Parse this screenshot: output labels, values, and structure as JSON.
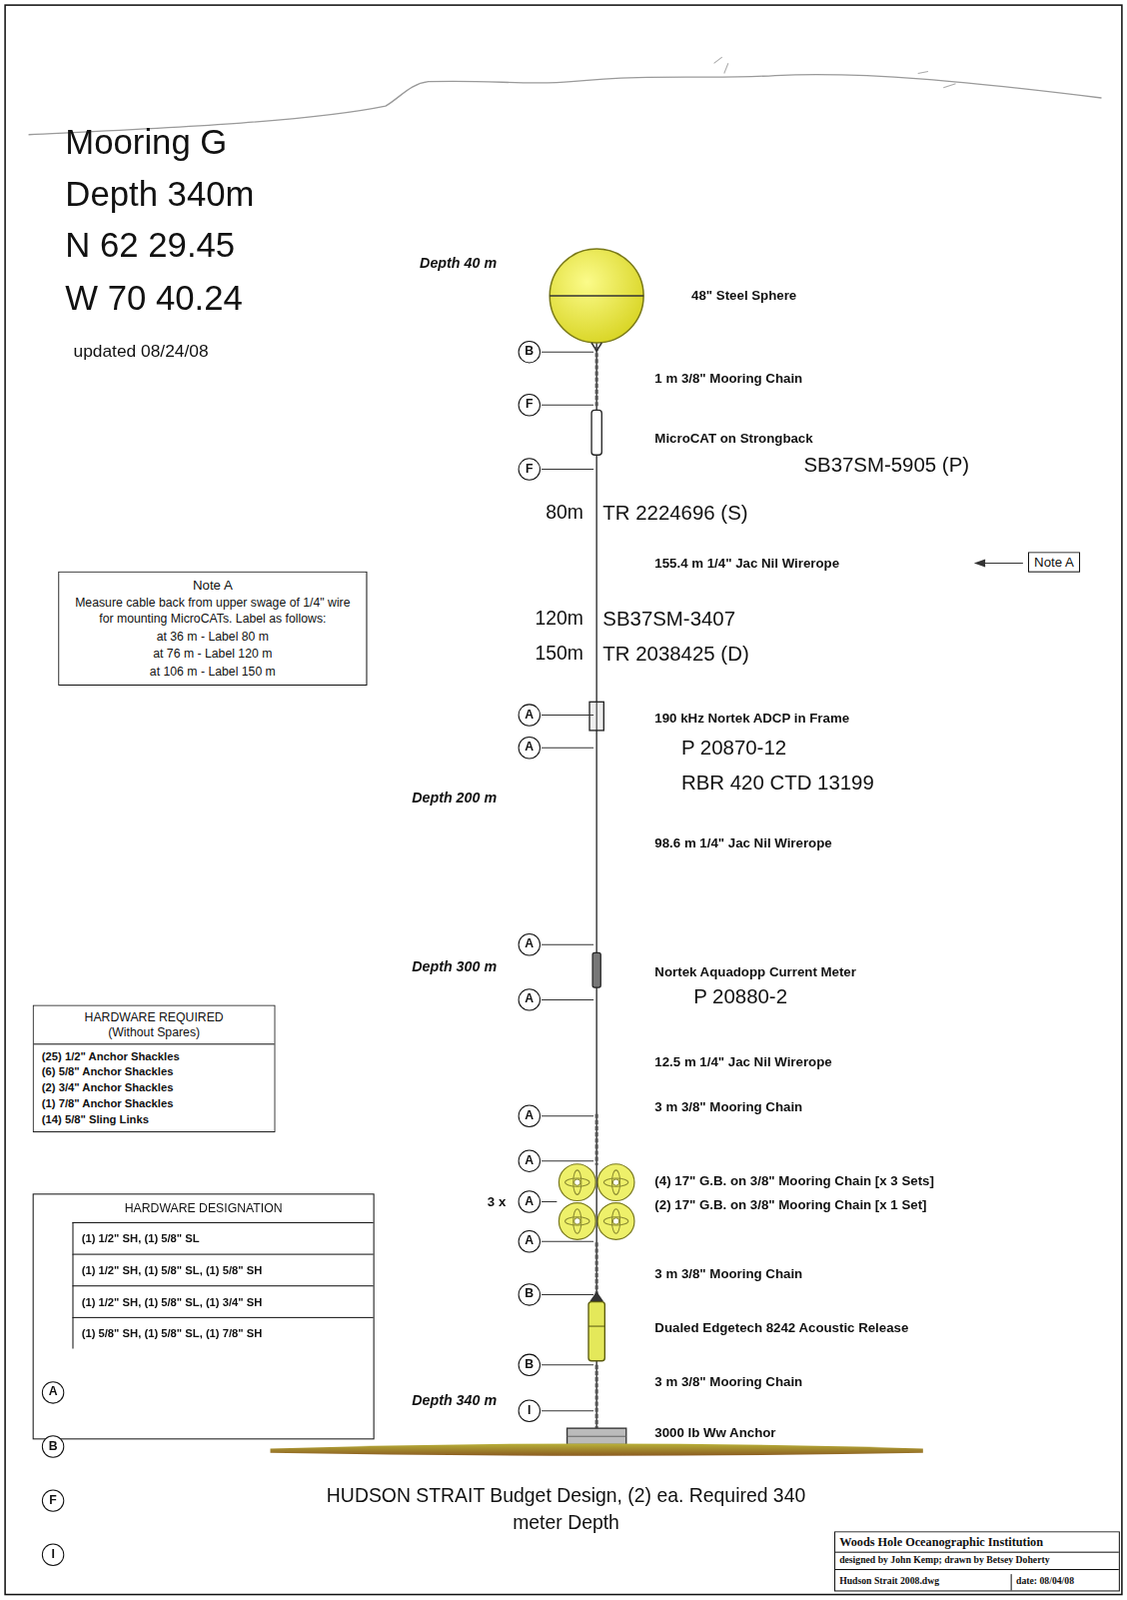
{
  "diagram": {
    "title": "Mooring G",
    "caption": "HUDSON STRAIT Budget Design, (2) ea. Required 340 meter Depth",
    "nodes": [
      {
        "text": [
          "B"
        ]
      },
      {
        "text": [
          "F"
        ]
      },
      {
        "text": [
          "F"
        ]
      },
      {
        "text": [
          "Note A",
          "Measure cable back from upper swage of 1/4\" wire for mounting MicroCATs. Label as follows:",
          "at 36 m - Label 80 m",
          "at 76 m - Label 120 m",
          "at 106 m - Label 150 m"
        ]
      },
      {
        "text": [
          "Note A"
        ]
      },
      {
        "text": [
          "A"
        ]
      },
      {
        "text": [
          "A"
        ]
      },
      {
        "text": [
          "A"
        ]
      },
      {
        "text": [
          "A"
        ]
      },
      {
        "text": [
          "HARDWARE REQUIRED",
          "(Without Spares)",
          "(25) 1/2\" Anchor Shackles",
          "(6) 5/8\" Anchor Shackles",
          "(2) 3/4\" Anchor Shackles",
          "(1) 7/8\" Anchor Shackles",
          "(14) 5/8\" Sling Links"
        ]
      },
      {
        "text": [
          "A"
        ]
      },
      {
        "text": [
          "A"
        ]
      },
      {
        "text": [
          "A"
        ]
      },
      {
        "text": [
          "A"
        ]
      },
      {
        "text": [
          "HARDWARE DESIGNATION",
          "(1) 1/2\" SH, (1) 5/8\" SL",
          "(1) 1/2\" SH, (1) 5/8\" SL, (1) 5/8\" SH",
          "(1) 1/2\" SH, (1) 5/8\" SL, (1) 3/4\" SH",
          "(1) 5/8\" SH, (1) 5/8\" SL, (1) 7/8\" SH"
        ]
      },
      {
        "text": [
          "A"
        ],
        "in": 14
      },
      {
        "text": [
          "B"
        ],
        "in": 14
      },
      {
        "text": [
          "F"
        ],
        "in": 14
      },
      {
        "text": [
          "I"
        ],
        "in": 14
      },
      {
        "text": [
          "B"
        ]
      },
      {
        "text": [
          "B"
        ]
      },
      {
        "text": [
          "I"
        ]
      },
      {
        "text": [
          "Woods Hole Oceanographic Institution",
          "designed by John Kemp; drawn by Betsey Doherty",
          "Hudson Strait 2008.dwg",
          "date: 08/04/08"
        ]
      }
    ],
    "labels": [
      "Depth 340m",
      "N 62 29.45",
      "W 70 40.24",
      "updated 08/24/08",
      "Depth 40 m",
      "48\" Steel Sphere",
      "1 m 3/8\" Mooring Chain",
      "MicroCAT on Strongback",
      "SB37SM-5905 (P)",
      "80m",
      "TR 2224696 (S)",
      "155.4 m 1/4\" Jac Nil Wirerope",
      "120m",
      "SB37SM-3407",
      "150m",
      "TR 2038425 (D)",
      "190 kHz Nortek ADCP in Frame",
      "P 20870-12",
      "RBR 420 CTD 13199",
      "Depth 200 m",
      "98.6 m 1/4\" Jac Nil Wirerope",
      "Depth 300 m",
      "Nortek Aquadopp Current Meter",
      "P 20880-2",
      "12.5 m 1/4\" Jac Nil Wirerope",
      "3 m 3/8\" Mooring Chain",
      "(4) 17\" G.B. on 3/8\" Mooring Chain [x 3 Sets]",
      "(2) 17\" G.B. on 3/8\" Mooring Chain [x 1 Set]",
      "3 x",
      "3 m 3/8\" Mooring Chain",
      "Dualed Edgetech 8242 Acoustic Release",
      "3 m 3/8\" Mooring Chain",
      "Depth 340 m",
      "3000 lb Ww Anchor"
    ]
  }
}
